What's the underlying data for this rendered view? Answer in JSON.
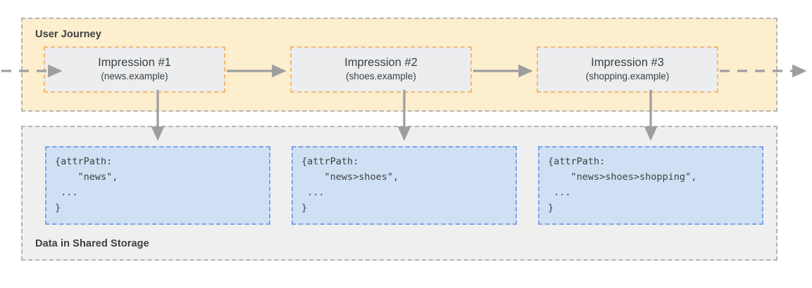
{
  "diagram": {
    "title_journey": "User Journey",
    "title_storage": "Data in Shared Storage",
    "impressions": [
      {
        "title": "Impression #1",
        "site": "(news.example)"
      },
      {
        "title": "Impression #2",
        "site": "(shoes.example)"
      },
      {
        "title": "Impression #3",
        "site": "(shopping.example)"
      }
    ],
    "storage_records": [
      {
        "code": "{attrPath:\n    \"news\",\n ...\n}"
      },
      {
        "code": "{attrPath:\n    \"news>shoes\",\n ...\n}"
      },
      {
        "code": "{attrPath:\n    \"news>shoes>shopping\",\n ...\n}"
      }
    ],
    "colors": {
      "journey_panel_fill": "#fdeecd",
      "storage_panel_fill": "#efefef",
      "panel_border": "#b5b5b5",
      "impression_fill": "#ecedee",
      "impression_border": "#f5b96d",
      "code_fill": "#cfe0f4",
      "code_border": "#7ba4e3",
      "arrow": "#9e9e9e",
      "text": "#3c4043"
    }
  }
}
